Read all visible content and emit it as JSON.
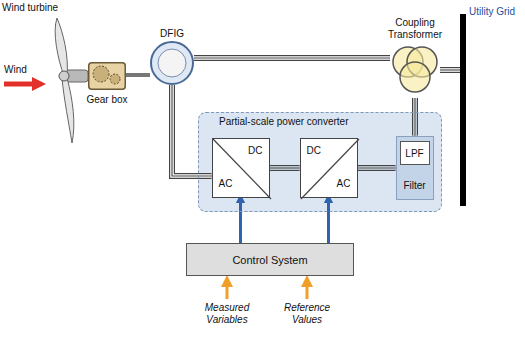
{
  "diagram": {
    "nodes": [
      {
        "text": [
          "Gear box"
        ]
      },
      {
        "text": [
          "DFIG"
        ]
      },
      {
        "text": [
          "Coupling Transformer"
        ]
      },
      {
        "text": [
          "Utility Grid"
        ]
      },
      {
        "text": [
          "Partial-scale power converter"
        ]
      },
      {
        "text": [
          "AC",
          "DC"
        ],
        "in": 4
      },
      {
        "text": [
          "DC",
          "AC"
        ],
        "in": 4
      },
      {
        "text": [
          "LPF",
          "Filter"
        ],
        "in": 4
      },
      {
        "text": [
          "Control System"
        ]
      }
    ],
    "edges": [
      {
        "from": 0,
        "to": 1,
        "arrow": "none"
      },
      {
        "from": 1,
        "to": 2,
        "arrow": "none"
      },
      {
        "from": 1,
        "to": 5,
        "arrow": "none"
      },
      {
        "from": 5,
        "to": 6,
        "arrow": "none"
      },
      {
        "from": 6,
        "to": 7,
        "arrow": "none"
      },
      {
        "from": 7,
        "to": 2,
        "arrow": "none"
      },
      {
        "from": 2,
        "to": 3,
        "arrow": "none"
      },
      {
        "from": 8,
        "to": 5,
        "arrow": "to"
      },
      {
        "from": 8,
        "to": 6,
        "arrow": "to"
      }
    ],
    "labels": [
      "Wind turbine",
      "Wind",
      "Measured Variables",
      "Reference Values"
    ]
  }
}
